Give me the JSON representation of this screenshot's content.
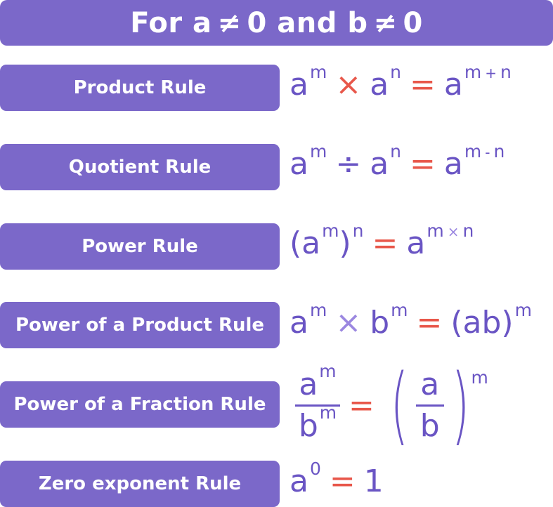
{
  "header": {
    "text_before": "For a",
    "neq_symbol": "≠",
    "middle": "0 and b",
    "text_after": "0"
  },
  "rules": [
    {
      "label": "Product Rule",
      "formula": {
        "base1": "a",
        "exp1": "m",
        "op1": "×",
        "base2": "a",
        "exp2": "n",
        "eq": "=",
        "base3": "a",
        "exp3a": "m",
        "exp3op": "+",
        "exp3b": "n"
      }
    },
    {
      "label": "Quotient Rule",
      "formula": {
        "base1": "a",
        "exp1": "m",
        "op1": "÷",
        "base2": "a",
        "exp2": "n",
        "eq": "=",
        "base3": "a",
        "exp3a": "m",
        "exp3op": "-",
        "exp3b": "n"
      }
    },
    {
      "label": "Power Rule",
      "formula": {
        "lp": "(",
        "base1": "a",
        "exp1": "m",
        "rp": ")",
        "exp_outer": "n",
        "eq": "=",
        "base2": "a",
        "exp2a": "m",
        "exp2op": "×",
        "exp2b": "n"
      }
    },
    {
      "label": "Power of a Product Rule",
      "formula": {
        "base1": "a",
        "exp1": "m",
        "op1": "×",
        "base2": "b",
        "exp2": "m",
        "eq": "=",
        "rhs": "(ab)",
        "exp_rhs": "m"
      }
    },
    {
      "label": "Power of a Fraction Rule",
      "formula": {
        "num": "a",
        "num_exp": "m",
        "den": "b",
        "den_exp": "m",
        "eq": "=",
        "lp": "(",
        "inner_num": "a",
        "inner_den": "b",
        "rp": ")",
        "exp_outer": "m"
      }
    },
    {
      "label": "Zero exponent Rule",
      "formula": {
        "base": "a",
        "exp": "0",
        "eq": "=",
        "rhs": "1"
      }
    }
  ]
}
